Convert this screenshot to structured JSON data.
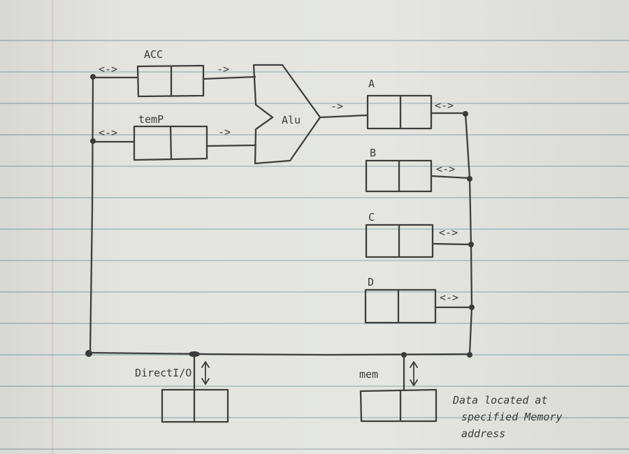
{
  "diagram": {
    "registers": {
      "acc": "ACC",
      "temp": "temP",
      "a": "A",
      "b": "B",
      "c": "C",
      "d": "D"
    },
    "alu": "Alu",
    "io_box": "DirectI/O",
    "mem_box": "mem",
    "mem_note": [
      "Data located at",
      "specified Memory",
      "address"
    ],
    "arrows": {
      "bidirectional": "<->",
      "right": "->"
    }
  }
}
